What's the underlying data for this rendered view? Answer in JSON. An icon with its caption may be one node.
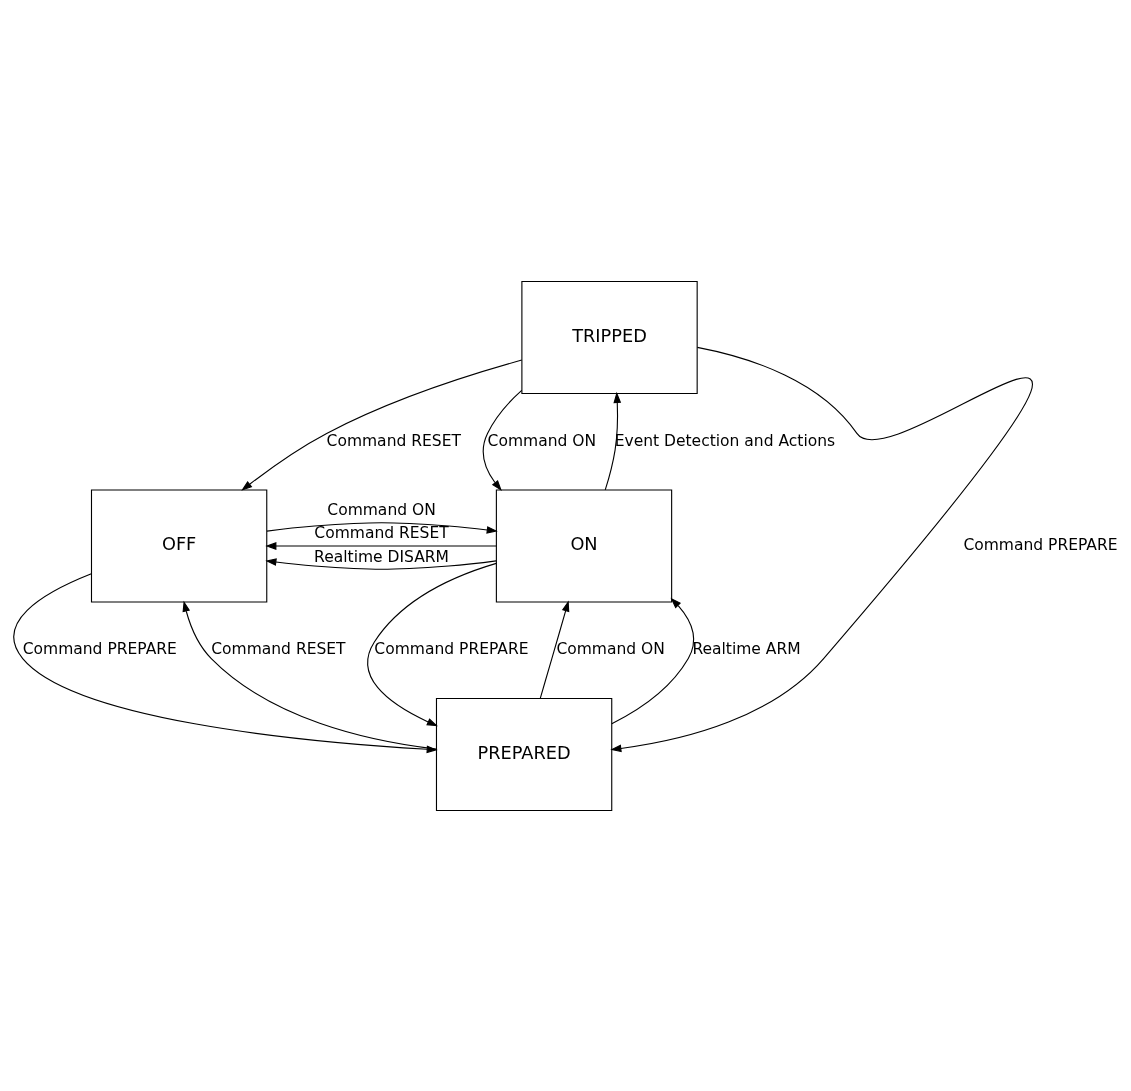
{
  "diagram": {
    "nodes": [
      {
        "text": [
          "TRIPPED"
        ]
      },
      {
        "text": [
          "OFF"
        ]
      },
      {
        "text": [
          "ON"
        ]
      },
      {
        "text": [
          "PREPARED"
        ]
      }
    ],
    "edges": [
      {
        "from": 0,
        "to": 1,
        "arrow": "to",
        "label": "Command RESET"
      },
      {
        "from": 0,
        "to": 2,
        "arrow": "to",
        "label": "Command ON"
      },
      {
        "from": 2,
        "to": 0,
        "arrow": "to",
        "label": "Event Detection and Actions"
      },
      {
        "from": 0,
        "to": 3,
        "arrow": "to",
        "label": "Command PREPARE"
      },
      {
        "from": 1,
        "to": 2,
        "arrow": "to",
        "label": "Command ON"
      },
      {
        "from": 2,
        "to": 1,
        "arrow": "to",
        "label": "Command RESET"
      },
      {
        "from": 2,
        "to": 1,
        "arrow": "to",
        "label": "Realtime DISARM"
      },
      {
        "from": 3,
        "to": 1,
        "arrow": "to",
        "label": "Command RESET"
      },
      {
        "from": 1,
        "to": 3,
        "arrow": "to",
        "label": "Command PREPARE"
      },
      {
        "from": 3,
        "to": 2,
        "arrow": "to",
        "label": "Command ON"
      },
      {
        "from": 2,
        "to": 3,
        "arrow": "to",
        "label": "Command PREPARE"
      },
      {
        "from": 3,
        "to": 2,
        "arrow": "to",
        "label": "Realtime ARM"
      }
    ]
  }
}
